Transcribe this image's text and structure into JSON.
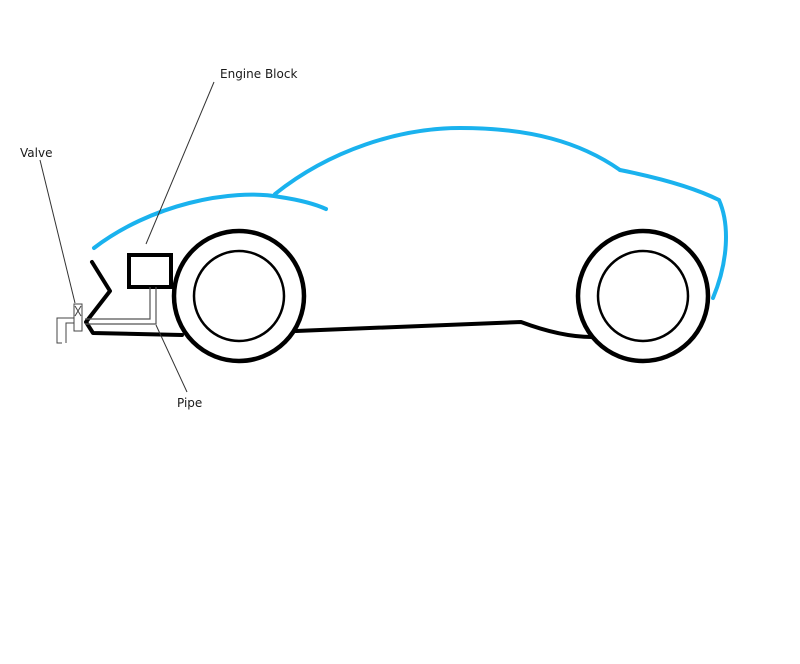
{
  "labels": {
    "engine_block": "Engine Block",
    "valve": "Valve",
    "pipe": "Pipe"
  },
  "colors": {
    "car_roof_outline": "#1ab2ee",
    "car_body_outline": "#000000",
    "leader_lines": "#333333",
    "background": "#ffffff"
  }
}
